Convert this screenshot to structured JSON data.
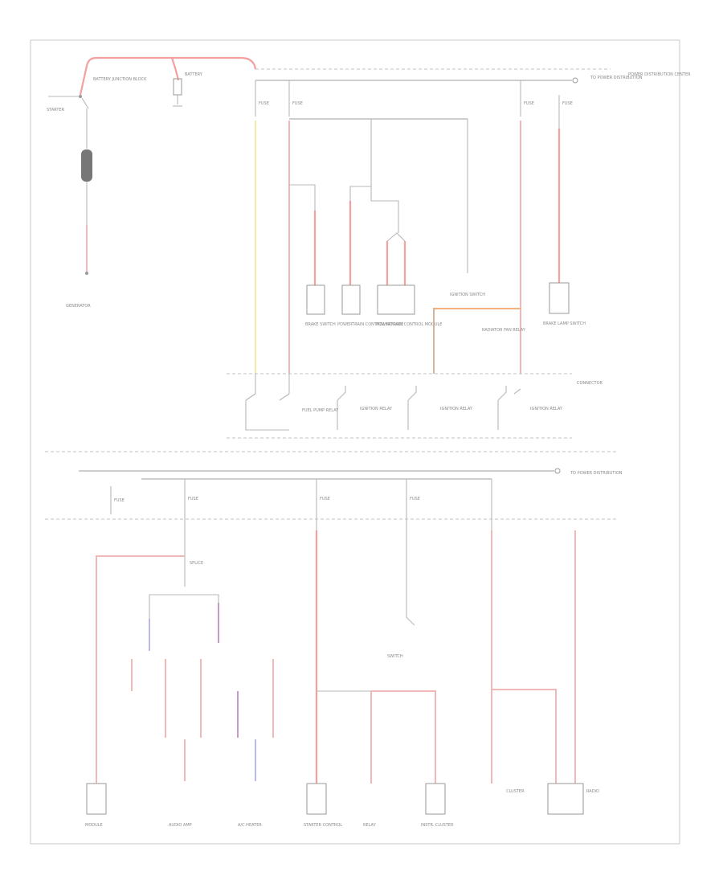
{
  "diagram": {
    "page_ref": "",
    "top": {
      "battery_label": "BATTERY",
      "starter_label": "STARTER",
      "generator_label": "GENERATOR",
      "battery_junction_note": "BATTERY JUNCTION BLOCK",
      "bus_note": "TO POWER DISTRIBUTION",
      "pdc_note": "POWER DISTRIBUTION CENTER",
      "fuses": [
        "FUSE",
        "FUSE",
        "FUSE",
        "FUSE"
      ],
      "components": [
        "BRAKE SWITCH",
        "POWERTRAIN CONTROL MODULE",
        "POWERTRAIN CONTROL MODULE",
        "IGNITION SWITCH",
        "RADIATOR FAN RELAY",
        "BRAKE LAMP SWITCH"
      ],
      "relays": [
        "FUEL PUMP RELAY",
        "IGNITION RELAY",
        "IGNITION RELAY",
        "IGNITION RELAY"
      ],
      "connector_note": "CONNECTOR"
    },
    "bottom": {
      "bus_note": "TO POWER DISTRIBUTION",
      "fuses": [
        "FUSE",
        "FUSE",
        "FUSE",
        "FUSE"
      ],
      "splice_note": "SPLICE",
      "components": [
        "MODULE",
        "AUDIO AMP",
        "A/C HEATER",
        "STARTER CONTROL",
        "RELAY",
        "INSTR. CLUSTER",
        "CLUSTER",
        "RADIO"
      ],
      "switch_note": "SWITCH"
    }
  }
}
